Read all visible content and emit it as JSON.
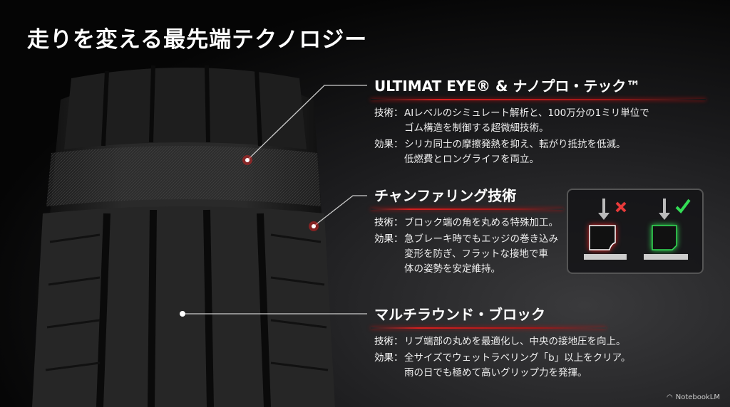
{
  "title": "走りを変える最先端テクノロジー",
  "callouts": [
    {
      "heading": "ULTIMAT EYE® & ナノプロ・テック™",
      "tech_label": "技術：",
      "tech": "AIレベルのシミュレート解析と、100万分の1ミリ単位で\nゴム構造を制御する超微細技術。",
      "effect_label": "効果：",
      "effect": "シリカ同士の摩擦発熱を抑え、転がり抵抗を低減。\n低燃費とロングライフを両立。"
    },
    {
      "heading": "チャンファリング技術",
      "tech_label": "技術：",
      "tech": "ブロック端の角を丸める特殊加工。",
      "effect_label": "効果：",
      "effect": "急ブレーキ時でもエッジの巻き込み\n変形を防ぎ、フラットな接地で車\n体の姿勢を安定維持。"
    },
    {
      "heading": "マルチラウンド・ブロック",
      "tech_label": "技術：",
      "tech": "リブ端部の丸めを最適化し、中央の接地圧を向上。",
      "effect_label": "効果：",
      "effect": "全サイズでウェットラベリング「b」以上をクリア。\n雨の日でも極めて高いグリップ力を発揮。"
    }
  ],
  "comparison_icons": {
    "bad": "x-mark-icon",
    "good": "check-mark-icon",
    "bad_color": "#e83a3a",
    "good_color": "#33dd55"
  },
  "accent_color": "#d42020",
  "brand": "NotebookLM"
}
